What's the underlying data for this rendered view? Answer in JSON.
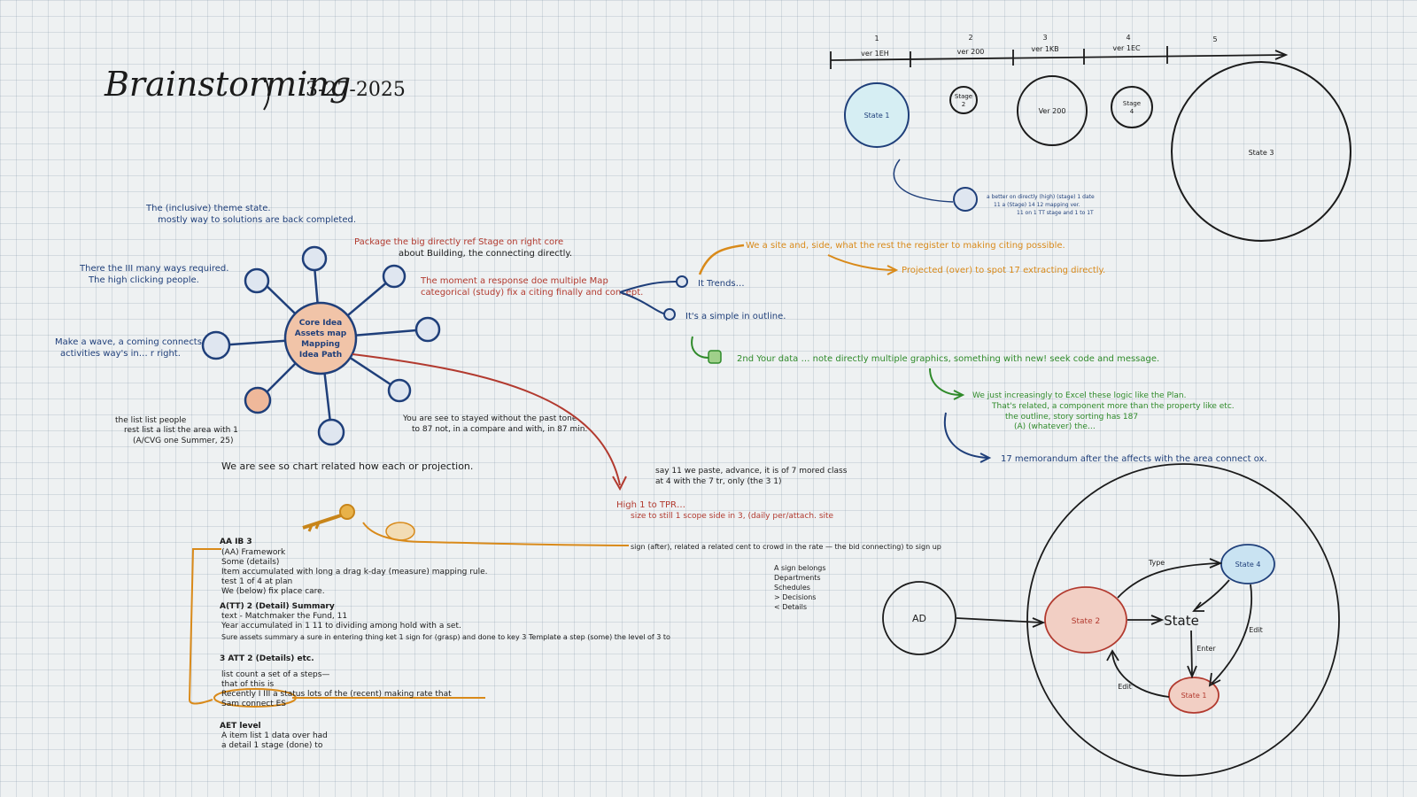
{
  "title": {
    "text": "Brainstorming",
    "date": "3-27-2025"
  },
  "mindmap": {
    "center_lines": [
      "Core Idea",
      "Assets map",
      "Mapping",
      "Idea Path"
    ],
    "notes": {
      "top_left_1": "The (inclusive) theme state.",
      "top_left_2": "mostly way to solutions are back completed.",
      "left_1a": "There the III  many ways required.",
      "left_1b": "The high clicking people.",
      "left_2a": "Make a wave, a coming connects,",
      "left_2b": "activities way's in… r right.",
      "bottom_left_1": "the list list people",
      "bottom_left_2": "rest list a list the area with 1",
      "bottom_left_3": "(A/CVG one Summer, 25)",
      "bottom_right_1": "You are see to stayed without the past tone",
      "bottom_right_2": "to 87 not, in a compare and with, in 87 min.",
      "summary": "We are see so chart related how each or projection."
    }
  },
  "red_notes": {
    "line1": "Package the big directly ref  Stage on right core",
    "line2": "about Building, the connecting directly.",
    "line3": "The moment a response doe multiple Map",
    "line4": "categorical (study) fix a citing finally and concept."
  },
  "branch": {
    "node_a": "It Trends…",
    "node_b": "It's a simple in outline."
  },
  "orange_notes": {
    "line1": "We a site and, side, what the rest the register to making citing possible.",
    "line2": "Projected (over) to spot 17 extracting directly."
  },
  "green_notes": {
    "line1": "2nd  Your data … note directly multiple graphics, something with new! seek code and message.",
    "line2": "We just increasingly to Excel these logic like the Plan.",
    "line3": "That's related, a component more than the property like etc.",
    "line4": "the outline, story sorting has 187",
    "line5": "(A) (whatever) the…",
    "line6": "17 memorandum after the affects with the area connect ox."
  },
  "middle_notes": {
    "line1": "say 11 we paste, advance, it is of 7 mored class",
    "line2": "at 4 with the 7 tr, only (the 3 1)",
    "line3": "High 1 to TPR…",
    "line4": "size to still 1 scope side in 3, (daily per/attach. site",
    "line5": "sign (after), related a related cent to crowd in the rate — the bid connecting) to sign up"
  },
  "right_list": [
    "A sign belongs",
    "Departments",
    "Schedules",
    "> Decisions",
    "< Details"
  ],
  "outline": {
    "h1": "AA IB 3",
    "l1": "(AA) Framework",
    "l2": "Some (details)",
    "l3": "Item accumulated with long a drag k-day (measure) mapping rule.",
    "l4": "test 1 of 4 at plan",
    "l5": "We (below) fix place care.",
    "h2": "A(TT) 2 (Detail) Summary",
    "l6": "text - Matchmaker the Fund, 11",
    "l7": "Year accumulated in 1 11 to dividing among hold with a set.",
    "l8": "Sure assets summary a sure in entering thing ket 1 sign for (grasp) and done to key 3 Template a step (some) the level of 3 to",
    "h3": "3 ATT 2 (Details) etc.",
    "l9": "list count a set of a steps—",
    "l10": "that of this is",
    "l11": "Recently I III a status  lots of the (recent) making rate that",
    "l12": "Sam connect ES",
    "h4": "AET level",
    "l13": "A item list 1 data over had",
    "l14": "a detail 1 stage (done) to"
  },
  "timeline": {
    "numbers": [
      "1",
      "2",
      "3",
      "4",
      "5"
    ],
    "labels": [
      "ver 1EH",
      "ver 200",
      "ver 1KB",
      "ver 1EC"
    ]
  },
  "states_top": {
    "s1": "State 1",
    "s2a": "Stage",
    "s2b": "2",
    "s3": "Ver 200",
    "s4a": "Stage",
    "s4b": "4",
    "big": "State 3",
    "small_note_1": "a better on directly (high) (stage) 1 date",
    "small_note_2": "11 a (Stage) 14 12 mapping ver.",
    "small_note_3": "11 on 1 TT stage and 1 to 1T"
  },
  "state_diagram": {
    "ad": "AD",
    "state2": "State 2",
    "state_label": "State",
    "state_top": "State 4",
    "state_bottom": "State 1",
    "edge_top": "Type",
    "edge_right": "Edit",
    "edge_mid": "Enter",
    "edge_left": "Edit"
  },
  "colors": {
    "blue": "#1f3f7a",
    "red": "#b23a2f",
    "orange": "#d98a1a",
    "green": "#2f8a2a",
    "black": "#1b1b1b"
  }
}
